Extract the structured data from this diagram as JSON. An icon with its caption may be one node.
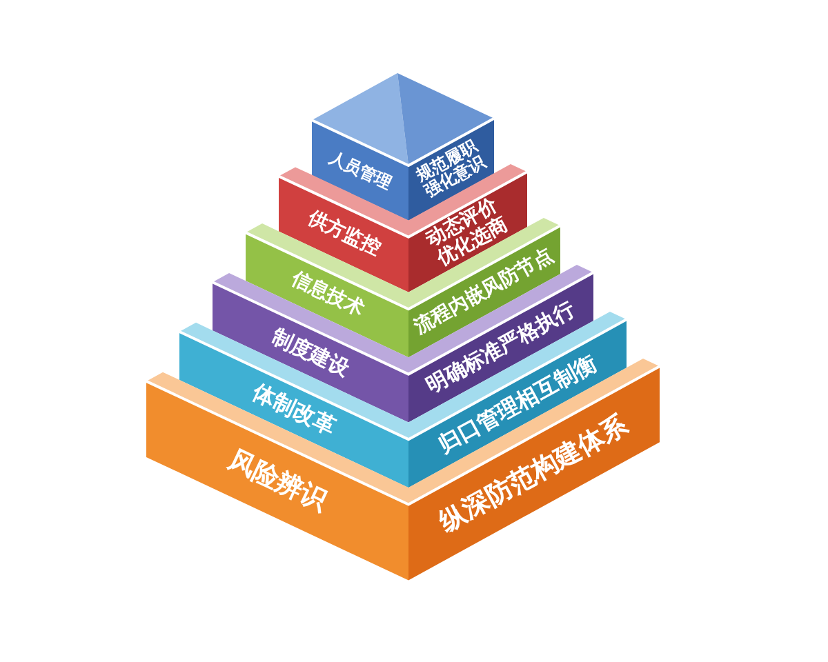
{
  "diagram": {
    "nodes": [
      {
        "text": [
          "人员管理",
          "规范履职强化意识"
        ]
      },
      {
        "text": [
          "供方监控",
          "动态评价优化选商"
        ]
      },
      {
        "text": [
          "信息技术",
          "流程内嵌风防节点"
        ]
      },
      {
        "text": [
          "制度建设",
          "明确标准严格执行"
        ]
      },
      {
        "text": [
          "体制改革",
          "归口管理相互制衡"
        ]
      },
      {
        "text": [
          "风险辨识",
          "纵深防范构建体系"
        ]
      }
    ]
  }
}
